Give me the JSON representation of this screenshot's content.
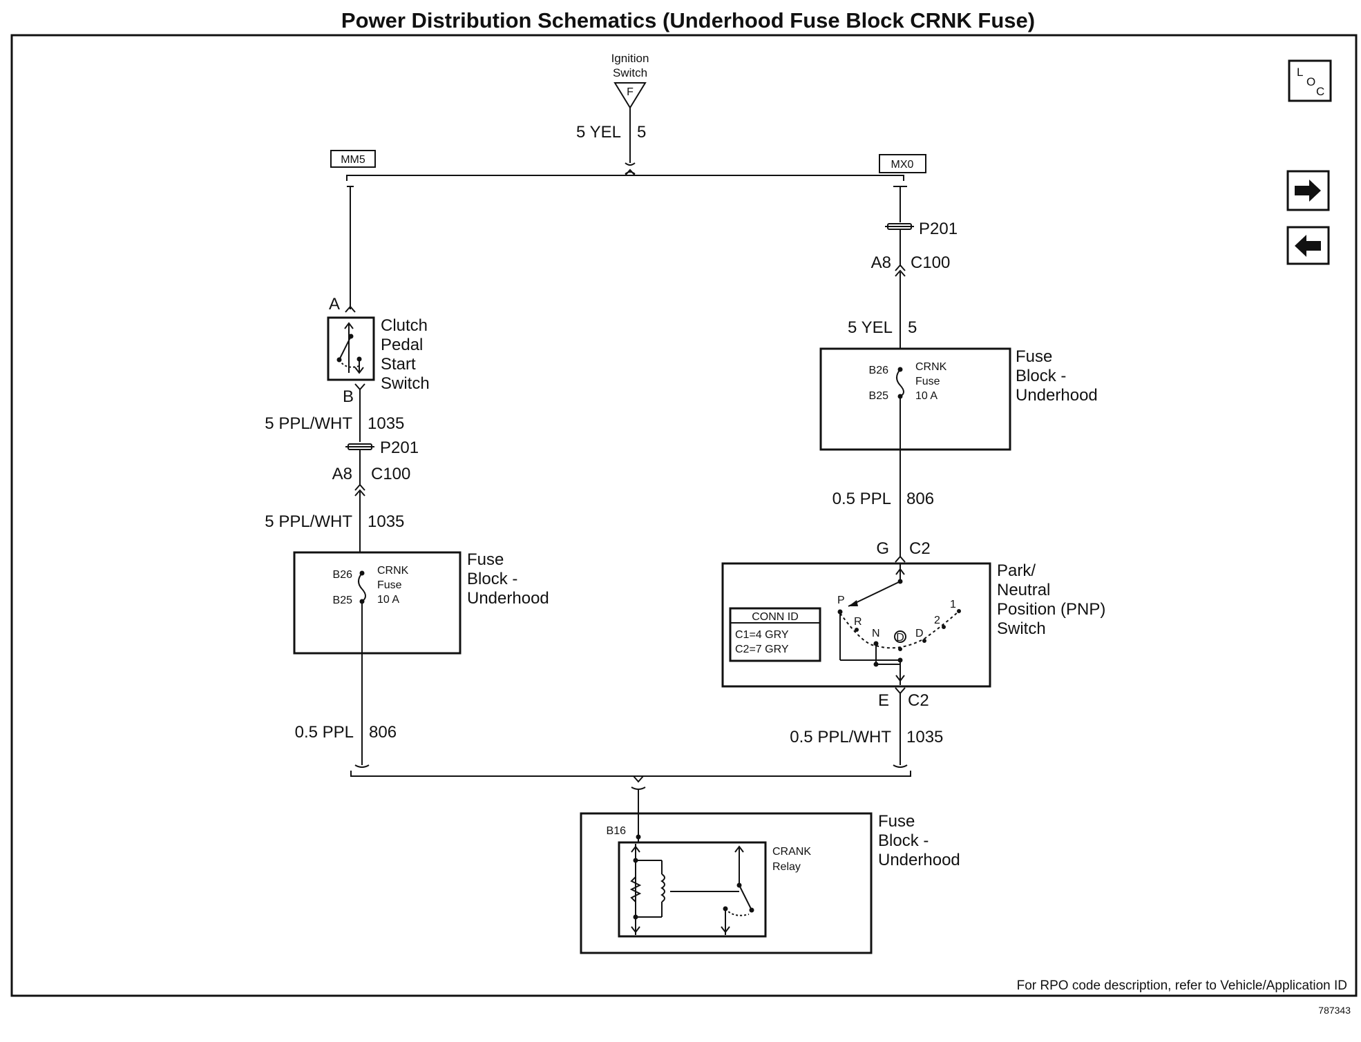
{
  "title": "Power Distribution Schematics (Underhood Fuse Block CRNK Fuse)",
  "nav": {
    "loc_letters": [
      "L",
      "O",
      "C"
    ],
    "next_icon": "arrow-right-icon",
    "prev_icon": "arrow-left-icon"
  },
  "ignition": {
    "label_line1": "Ignition",
    "label_line2": "Switch",
    "terminal": "F",
    "wire_color": "5 YEL",
    "circuit": "5"
  },
  "options": {
    "left": "MM5",
    "right": "MX0"
  },
  "left_branch": {
    "clutch_pin_a": "A",
    "clutch_pin_b": "B",
    "clutch_name": [
      "Clutch",
      "Pedal",
      "Start",
      "Switch"
    ],
    "wire1_color": "5 PPL/WHT",
    "wire1_circuit": "1035",
    "splice": "P201",
    "conn_pin": "A8",
    "conn_name": "C100",
    "wire2_color": "5 PPL/WHT",
    "wire2_circuit": "1035",
    "fuse_block": {
      "pin_top": "B26",
      "pin_bottom": "B25",
      "fuse_name": "CRNK",
      "fuse_word": "Fuse",
      "fuse_rating": "10 A",
      "name": [
        "Fuse",
        "Block -",
        "Underhood"
      ]
    },
    "wire3_color": "0.5 PPL",
    "wire3_circuit": "806"
  },
  "right_branch": {
    "splice": "P201",
    "conn_pin": "A8",
    "conn_name": "C100",
    "wire1_color": "5 YEL",
    "wire1_circuit": "5",
    "fuse_block": {
      "pin_top": "B26",
      "pin_bottom": "B25",
      "fuse_name": "CRNK",
      "fuse_word": "Fuse",
      "fuse_rating": "10 A",
      "name": [
        "Fuse",
        "Block -",
        "Underhood"
      ]
    },
    "wire2_color": "0.5 PPL",
    "wire2_circuit": "806",
    "pnp_top_pin": "G",
    "pnp_top_conn": "C2",
    "pnp_name": [
      "Park/",
      "Neutral",
      "Position (PNP)",
      "Switch"
    ],
    "pnp_positions": [
      "P",
      "R",
      "N",
      "D",
      "D",
      "2",
      "1"
    ],
    "conn_id_title": "CONN ID",
    "conn_id_rows": [
      "C1=4 GRY",
      "C2=7 GRY"
    ],
    "pnp_bottom_pin": "E",
    "pnp_bottom_conn": "C2",
    "wire3_color": "0.5 PPL/WHT",
    "wire3_circuit": "1035"
  },
  "relay_block": {
    "pin": "B16",
    "relay_name": [
      "CRANK",
      "Relay"
    ],
    "name": [
      "Fuse",
      "Block -",
      "Underhood"
    ]
  },
  "footer_note": "For RPO code description, refer to Vehicle/Application ID",
  "figure_id": "787343"
}
